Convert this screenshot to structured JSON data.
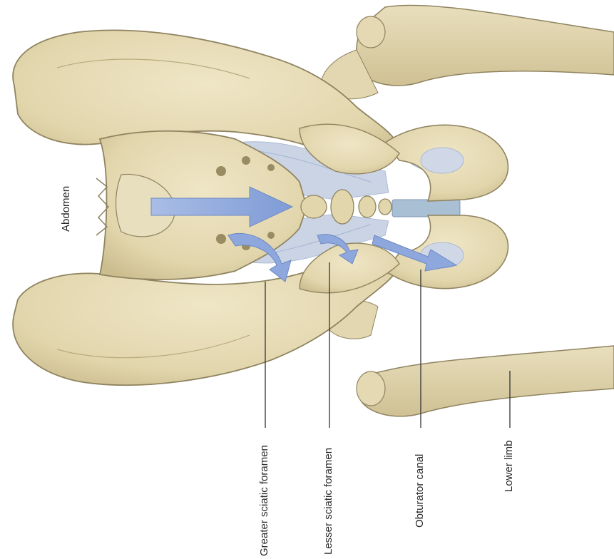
{
  "figure": {
    "labels": {
      "abdomen": "Abdomen",
      "greater_sciatic_foramen": "Greater sciatic foramen",
      "lesser_sciatic_foramen": "Lesser sciatic foramen",
      "obturator_canal": "Obturator canal",
      "lower_limb": "Lower limb"
    },
    "colors": {
      "bone": "#e6dcb8",
      "bone_shadow": "#c9bb8c",
      "bone_outline": "#8f8360",
      "ligament": "#c7d0e2",
      "arrow": "#8ea8de",
      "leader_line": "#333333"
    }
  }
}
